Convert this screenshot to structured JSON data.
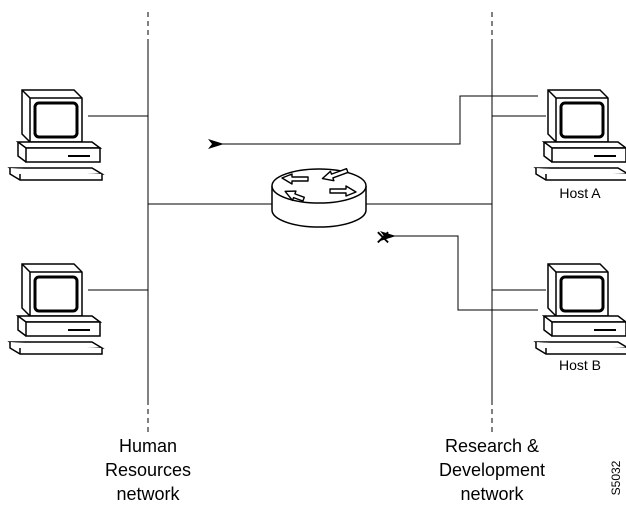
{
  "networks": {
    "left": {
      "label_lines": [
        "Human",
        "Resources",
        "network"
      ]
    },
    "right": {
      "label_lines": [
        "Research &",
        "Development",
        "network"
      ]
    }
  },
  "hosts": {
    "host_a": {
      "label": "Host A"
    },
    "host_b": {
      "label": "Host B"
    }
  },
  "figure_id": "S5032",
  "blocked_marker": "×"
}
